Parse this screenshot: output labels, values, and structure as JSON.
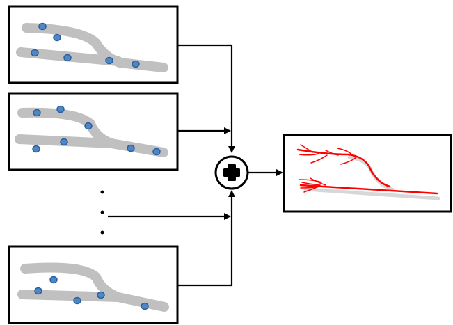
{
  "diagram": {
    "input_panels": [
      {
        "name": "input-1"
      },
      {
        "name": "input-2"
      },
      {
        "name": "input-n"
      }
    ],
    "ellipsis": "⋮",
    "operator": "sum",
    "output": "aggregated-vessel-tree",
    "colors": {
      "vessel": "#c0c0c0",
      "point": "#4f86c6",
      "output_tree": "#ff0000",
      "lines": "#000000"
    }
  }
}
